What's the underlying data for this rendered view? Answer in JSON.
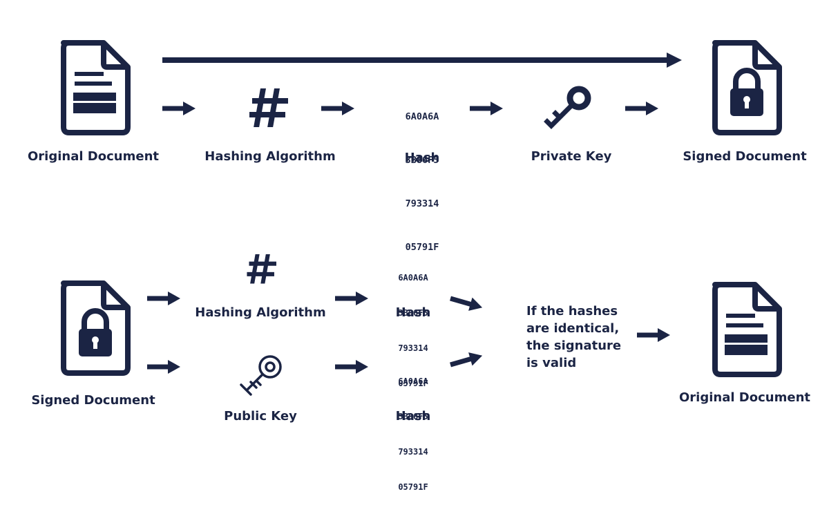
{
  "colors": {
    "ink": "#1b2444",
    "background": "#ffffff"
  },
  "signing": {
    "original_document": "Original Document",
    "hashing_algorithm": "Hashing Algorithm",
    "hash_label": "Hash",
    "hash_lines": [
      "6A0A6A",
      "3B86F5",
      "793314",
      "05791F"
    ],
    "private_key": "Private Key",
    "signed_document": "Signed Document"
  },
  "verification": {
    "signed_document": "Signed Document",
    "hashing_algorithm": "Hashing Algorithm",
    "public_key": "Public Key",
    "hash_label_top": "Hash",
    "hash_label_bottom": "Hash",
    "hash_lines_top": [
      "6A0A6A",
      "3B86F5",
      "793314",
      "05791F"
    ],
    "hash_lines_bottom": [
      "6A0A6A",
      "3B86F5",
      "793314",
      "05791F"
    ],
    "verdict_lines": [
      "If the hashes",
      "are identical,",
      "the signature",
      "is valid"
    ],
    "original_document": "Original Document"
  },
  "icons": [
    "document-icon",
    "hash-symbol-icon",
    "key-icon",
    "lock-icon"
  ]
}
